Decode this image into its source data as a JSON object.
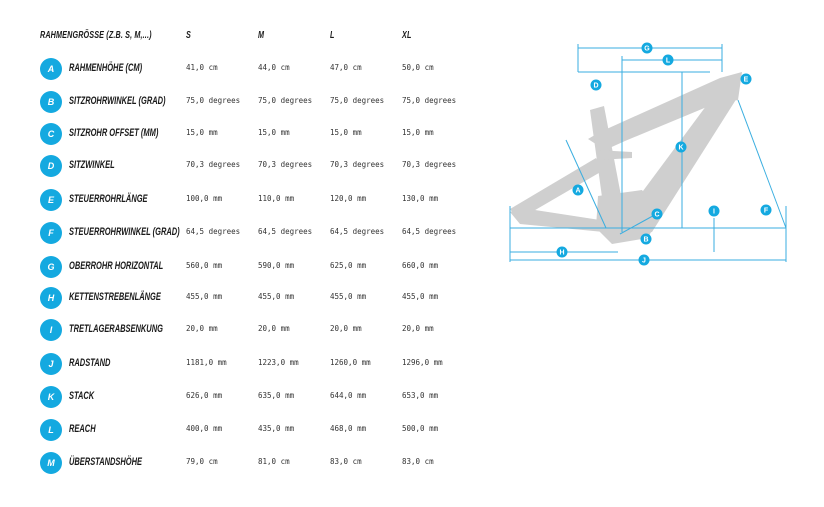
{
  "columns": {
    "label": "RAHMENGRÖSSE (Z.B. S, M,...)",
    "sizes": [
      "S",
      "M",
      "L",
      "XL"
    ]
  },
  "rows": [
    {
      "badge": "A",
      "label": "RAHMENHÖHE (CM)",
      "values": [
        "41,0 cm",
        "44,0 cm",
        "47,0 cm",
        "50,0 cm"
      ]
    },
    {
      "badge": "B",
      "label": "SITZROHRWINKEL (GRAD)",
      "values": [
        "75,0 degrees",
        "75,0 degrees",
        "75,0 degrees",
        "75,0 degrees"
      ]
    },
    {
      "badge": "C",
      "label": "SITZROHR OFFSET (MM)",
      "values": [
        "15,0 mm",
        "15,0 mm",
        "15,0 mm",
        "15,0 mm"
      ]
    },
    {
      "badge": "D",
      "label": "SITZWINKEL",
      "values": [
        "70,3 degrees",
        "70,3 degrees",
        "70,3 degrees",
        "70,3 degrees"
      ]
    },
    {
      "badge": "E",
      "label": "STEUERROHRLÄNGE",
      "values": [
        "100,0 mm",
        "110,0 mm",
        "120,0 mm",
        "130,0 mm"
      ]
    },
    {
      "badge": "F",
      "label": "STEUERROHRWINKEL (GRAD)",
      "values": [
        "64,5 degrees",
        "64,5 degrees",
        "64,5 degrees",
        "64,5 degrees"
      ]
    },
    {
      "badge": "G",
      "label": "OBERROHR HORIZONTAL",
      "values": [
        "560,0 mm",
        "590,0 mm",
        "625,0 mm",
        "660,0 mm"
      ]
    },
    {
      "badge": "H",
      "label": "KETTENSTREBENLÄNGE",
      "values": [
        "455,0 mm",
        "455,0 mm",
        "455,0 mm",
        "455,0 mm"
      ]
    },
    {
      "badge": "I",
      "label": "TRETLAGERABSENKUNG",
      "values": [
        "20,0 mm",
        "20,0 mm",
        "20,0 mm",
        "20,0 mm"
      ]
    },
    {
      "badge": "J",
      "label": "RADSTAND",
      "values": [
        "1181,0 mm",
        "1223,0 mm",
        "1260,0 mm",
        "1296,0 mm"
      ]
    },
    {
      "badge": "K",
      "label": "STACK",
      "values": [
        "626,0 mm",
        "635,0 mm",
        "644,0 mm",
        "653,0 mm"
      ]
    },
    {
      "badge": "L",
      "label": "REACH",
      "values": [
        "400,0 mm",
        "435,0 mm",
        "468,0 mm",
        "500,0 mm"
      ]
    },
    {
      "badge": "M",
      "label": "ÜBERSTANDSHÖHE",
      "values": [
        "79,0 cm",
        "81,0 cm",
        "83,0 cm",
        "83,0 cm"
      ]
    }
  ],
  "diagram": {
    "markers": [
      "G",
      "L",
      "D",
      "E",
      "K",
      "A",
      "C",
      "B",
      "I",
      "F",
      "H",
      "J"
    ],
    "colors": {
      "frame": "#c9c9c9",
      "measure": "#3aaee0",
      "badge": "#14a9e0"
    }
  }
}
